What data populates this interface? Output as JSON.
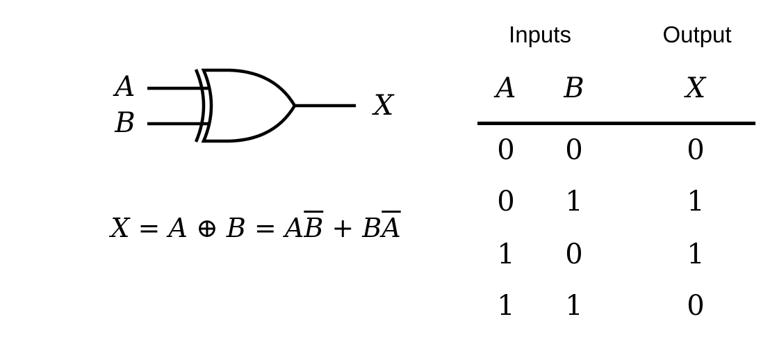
{
  "gate": {
    "type": "XOR",
    "input_a_label": "A",
    "input_b_label": "B",
    "output_label": "X"
  },
  "equation": {
    "lhs": "X",
    "eq1": "=",
    "a": "A",
    "xor_op": "⊕",
    "b": "B",
    "eq2": "=",
    "t1a": "A",
    "t1b": "B",
    "plus": "+",
    "t2a": "B",
    "t2b": "A"
  },
  "truth_table": {
    "group_headers": {
      "inputs": "Inputs",
      "output": "Output"
    },
    "columns": [
      "A",
      "B",
      "X"
    ],
    "rows": [
      [
        "0",
        "0",
        "0"
      ],
      [
        "0",
        "1",
        "1"
      ],
      [
        "1",
        "0",
        "1"
      ],
      [
        "1",
        "1",
        "0"
      ]
    ]
  }
}
